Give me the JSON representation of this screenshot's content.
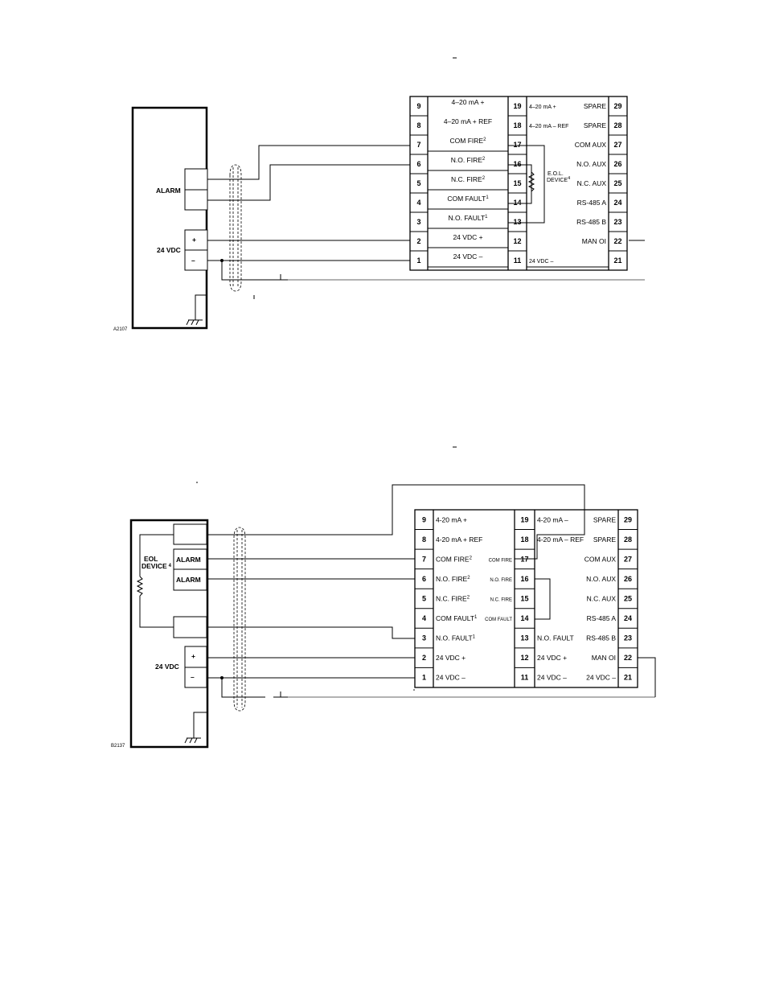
{
  "diagram1": {
    "panel": {
      "alarm_label": "ALARM",
      "power_label": "24 VDC",
      "plus": "+",
      "minus": "–",
      "code": "A2107"
    },
    "eol": {
      "line1": "E.O.L.",
      "line2": "DEVICE",
      "sup": "4"
    },
    "terminals": {
      "left": [
        {
          "num": "9",
          "label": "4–20 mA +",
          "sup": ""
        },
        {
          "num": "8",
          "label": "4–20 mA + REF",
          "sup": ""
        },
        {
          "num": "7",
          "label": "COM FIRE",
          "sup": "2"
        },
        {
          "num": "6",
          "label": "N.O. FIRE",
          "sup": "2"
        },
        {
          "num": "5",
          "label": "N.C. FIRE",
          "sup": "2"
        },
        {
          "num": "4",
          "label": "COM FAULT",
          "sup": "1"
        },
        {
          "num": "3",
          "label": "N.O. FAULT",
          "sup": "1"
        },
        {
          "num": "2",
          "label": "24 VDC +",
          "sup": ""
        },
        {
          "num": "1",
          "label": "24 VDC –",
          "sup": ""
        }
      ],
      "middle": [
        {
          "num": "19",
          "label": "4–20 mA +"
        },
        {
          "num": "18",
          "label": "4–20 mA – REF"
        },
        {
          "num": "17",
          "label": ""
        },
        {
          "num": "16",
          "label": ""
        },
        {
          "num": "15",
          "label": ""
        },
        {
          "num": "14",
          "label": ""
        },
        {
          "num": "13",
          "label": ""
        },
        {
          "num": "12",
          "label": ""
        },
        {
          "num": "11",
          "label": "24 VDC –"
        }
      ],
      "right": [
        {
          "num": "29",
          "label": "SPARE"
        },
        {
          "num": "28",
          "label": "SPARE"
        },
        {
          "num": "27",
          "label": "COM AUX"
        },
        {
          "num": "26",
          "label": "N.O. AUX"
        },
        {
          "num": "25",
          "label": "N.C. AUX"
        },
        {
          "num": "24",
          "label": "RS-485 A"
        },
        {
          "num": "23",
          "label": "RS-485 B"
        },
        {
          "num": "22",
          "label": "MAN OI"
        },
        {
          "num": "21",
          "label": ""
        }
      ]
    }
  },
  "diagram2": {
    "panel": {
      "alarm1": "ALARM",
      "alarm2": "ALARM",
      "power_label": "24 VDC",
      "plus": "+",
      "minus": "–",
      "code": "B2137"
    },
    "eol": {
      "line1": "EOL",
      "line2": "DEVICE",
      "sup": "4"
    },
    "terminals": {
      "left": [
        {
          "num": "9",
          "label": "4-20 mA +",
          "sup": ""
        },
        {
          "num": "8",
          "label": "4-20 mA + REF",
          "sup": ""
        },
        {
          "num": "7",
          "label": "COM FIRE",
          "sup": "2"
        },
        {
          "num": "6",
          "label": "N.O. FIRE",
          "sup": "2"
        },
        {
          "num": "5",
          "label": "N.C. FIRE",
          "sup": "2"
        },
        {
          "num": "4",
          "label": "COM FAULT",
          "sup": "1"
        },
        {
          "num": "3",
          "label": "N.O. FAULT",
          "sup": "1"
        },
        {
          "num": "2",
          "label": "24 VDC +",
          "sup": ""
        },
        {
          "num": "1",
          "label": "24 VDC –",
          "sup": ""
        }
      ],
      "left_small": [
        "",
        "",
        "COM FIRE",
        "N.O. FIRE",
        "N.C. FIRE",
        "COM FAULT",
        "",
        "",
        ""
      ],
      "middle": [
        {
          "num": "19",
          "label": "4-20 mA –"
        },
        {
          "num": "18",
          "label": "4-20 mA – REF"
        },
        {
          "num": "17",
          "label": ""
        },
        {
          "num": "16",
          "label": ""
        },
        {
          "num": "15",
          "label": ""
        },
        {
          "num": "14",
          "label": ""
        },
        {
          "num": "13",
          "label": "N.O. FAULT"
        },
        {
          "num": "12",
          "label": "24 VDC +"
        },
        {
          "num": "11",
          "label": "24 VDC –"
        }
      ],
      "right": [
        {
          "num": "29",
          "label": "SPARE"
        },
        {
          "num": "28",
          "label": "SPARE"
        },
        {
          "num": "27",
          "label": "COM AUX"
        },
        {
          "num": "26",
          "label": "N.O. AUX"
        },
        {
          "num": "25",
          "label": "N.C. AUX"
        },
        {
          "num": "24",
          "label": "RS-485 A"
        },
        {
          "num": "23",
          "label": "RS-485 B"
        },
        {
          "num": "22",
          "label": "MAN OI"
        },
        {
          "num": "21",
          "label": "24 VDC –"
        }
      ]
    }
  }
}
